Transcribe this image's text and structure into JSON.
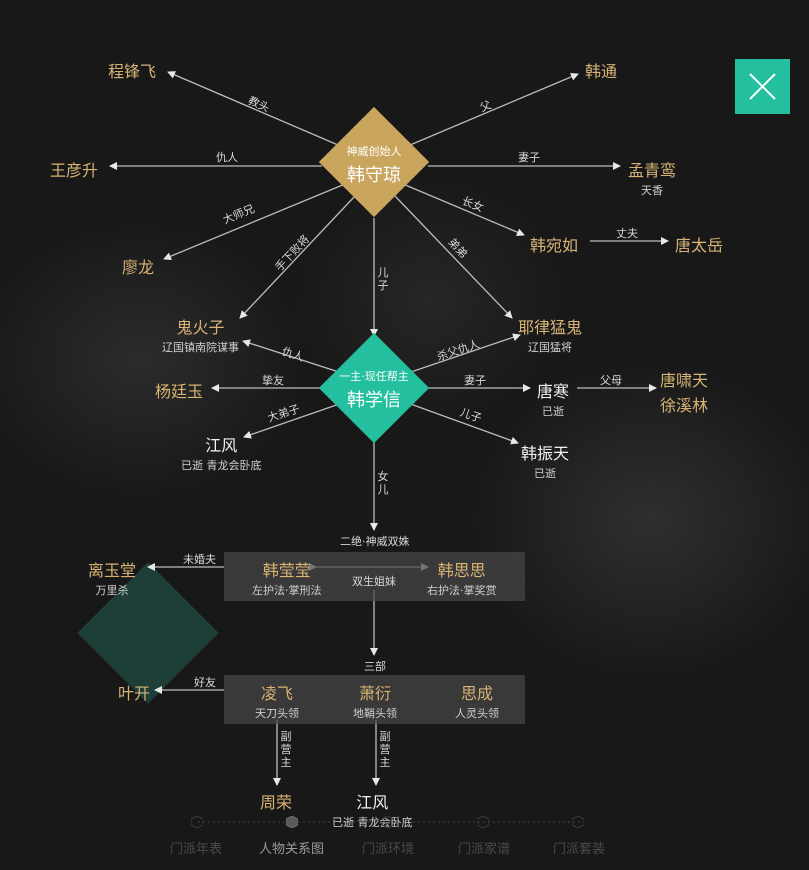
{
  "close_icon": "close-x-icon",
  "colors": {
    "gold": "#c9a55e",
    "teal": "#23bf9e",
    "name_gold": "#d8b374"
  },
  "founder": {
    "sub": "神威创始人",
    "name": "韩守琼"
  },
  "leader": {
    "sub": "一主·现任帮主",
    "name": "韩学信"
  },
  "people": {
    "chengfengfei": "程锋飞",
    "hantong": "韩通",
    "wangyansheng": "王彦升",
    "mengqingli": {
      "name": "孟青鸾",
      "note": "天香"
    },
    "liaolong": "廖龙",
    "hanwanru": "韩宛如",
    "tangtaiyue": "唐太岳",
    "guihuozi": {
      "name": "鬼火子",
      "note": "辽国镇南院谋事"
    },
    "yelvmenggui": {
      "name": "耶律猛鬼",
      "note": "辽国猛将"
    },
    "yangyanyu": "杨廷玉",
    "tanghan": {
      "name": "唐寒",
      "note": "已逝"
    },
    "tangxiaotian": "唐啸天",
    "xuxilin": "徐溪林",
    "jiangfeng": {
      "name": "江风",
      "note": "已逝 青龙会卧底"
    },
    "hanzhentian": {
      "name": "韩振天",
      "note": "已逝"
    },
    "liyutang": {
      "name": "离玉堂",
      "note": "万里杀"
    },
    "hanyingying": {
      "name": "韩莹莹",
      "note": "左护法·掌刑法"
    },
    "hansisi": {
      "name": "韩思思",
      "note": "右护法·掌奖赏"
    },
    "yekai": "叶开",
    "lingfei": {
      "name": "凌飞",
      "note": "天刀头领"
    },
    "xiaoyan": {
      "name": "萧衍",
      "note": "地鞘头领"
    },
    "sicheng": {
      "name": "思成",
      "note": "人灵头领"
    },
    "zhourong": "周荣",
    "jiangfeng2": {
      "name": "江风",
      "note": "已逝 青龙会卧底"
    }
  },
  "relations": {
    "jiaotou": "教头",
    "fu": "父",
    "chouren": "仇人",
    "qizi": "妻子",
    "dashixiong": "大师兄",
    "changnv": "长女",
    "zhangfu": "丈夫",
    "shouxiabaijiang": "手下败将",
    "didi": "弟弟",
    "erzi_v": "儿子",
    "chouren2": "仇人",
    "shafuchouren": "杀父仇人",
    "zhiyou": "挚友",
    "qizi2": "妻子",
    "fumu": "父母",
    "dadizi": "大弟子",
    "erzi2": "儿子",
    "nver_v": "女儿",
    "erjue": "二绝·神威双姝",
    "weihunfu": "未婚夫",
    "shuangsheng": "双生姐妹",
    "sanbu": "三部",
    "haoyou": "好友",
    "fuyingzhu1_v": "副营主",
    "fuyingzhu2_v": "副营主"
  },
  "timeline": [
    {
      "label": "门派年表",
      "active": false
    },
    {
      "label": "人物关系图",
      "active": true
    },
    {
      "label": "门派环境",
      "active": false
    },
    {
      "label": "门派家谱",
      "active": false
    },
    {
      "label": "门派套装",
      "active": false
    }
  ]
}
